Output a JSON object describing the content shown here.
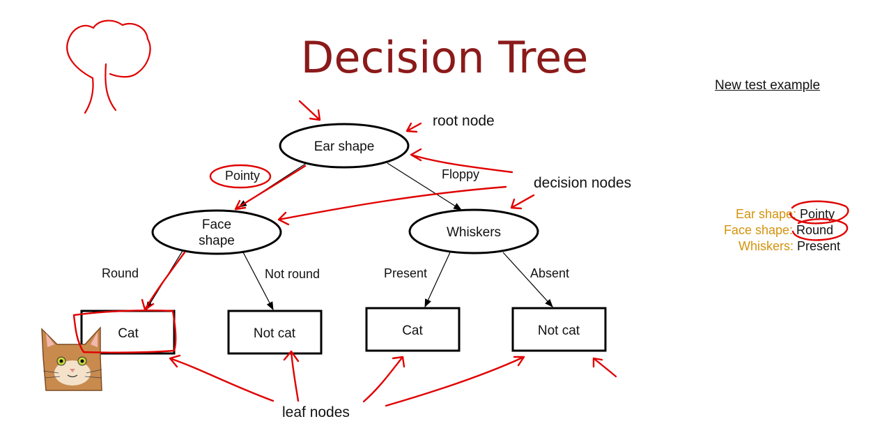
{
  "title": "Decision Tree",
  "new_example": {
    "heading": "New test example",
    "rows": [
      {
        "attr": "Ear shape:",
        "value": "Pointy"
      },
      {
        "attr": "Face shape:",
        "value": "Round"
      },
      {
        "attr": "Whiskers:",
        "value": "Present"
      }
    ]
  },
  "tree": {
    "root": "Ear shape",
    "face": [
      "Face",
      "shape"
    ],
    "whiskers": "Whiskers",
    "edges": {
      "pointy": "Pointy",
      "floppy": "Floppy",
      "round": "Round",
      "not_round": "Not round",
      "present": "Present",
      "absent": "Absent"
    },
    "leaves": [
      "Cat",
      "Not cat",
      "Cat",
      "Not cat"
    ]
  },
  "annotations": {
    "root_node": "root node",
    "decision_nodes": "decision nodes",
    "leaf_nodes": "leaf nodes"
  },
  "colors": {
    "title": "#8B1A1A",
    "attribute": "#D4920C",
    "ink": "#E00000"
  }
}
